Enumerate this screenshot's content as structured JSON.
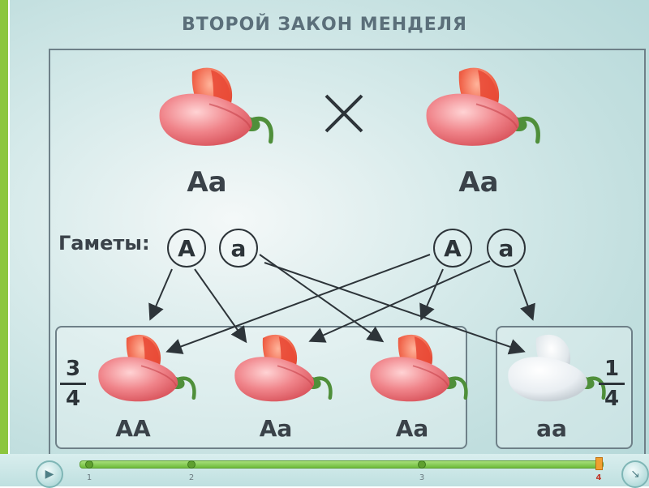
{
  "title": "ВТОРОЙ ЗАКОН МЕНДЕЛЯ",
  "parents": {
    "left_genotype": "Аа",
    "right_genotype": "Аа",
    "cross_symbol": "×"
  },
  "gametes": {
    "label": "Гаметы:",
    "left": [
      "А",
      "а"
    ],
    "right": [
      "А",
      "а"
    ]
  },
  "offspring": [
    {
      "genotype": "АА",
      "flower_color": "pink"
    },
    {
      "genotype": "Аа",
      "flower_color": "pink"
    },
    {
      "genotype": "Аа",
      "flower_color": "pink"
    },
    {
      "genotype": "аа",
      "flower_color": "white"
    }
  ],
  "fractions": {
    "dominant": {
      "numerator": "3",
      "denominator": "4"
    },
    "recessive": {
      "numerator": "1",
      "denominator": "4"
    }
  },
  "colors": {
    "flower_pink": "#f0848a",
    "flower_pink_dark": "#e0555b",
    "flower_white": "#f1f4f6",
    "leaf_green": "#4f8f3a",
    "accent_green": "#8cc63e"
  },
  "navigation": {
    "slide_ticks": [
      "1",
      "2",
      "3",
      "4"
    ],
    "current_slide": "4",
    "play_icon": "play-icon",
    "next_icon": "next-arrow-icon"
  }
}
